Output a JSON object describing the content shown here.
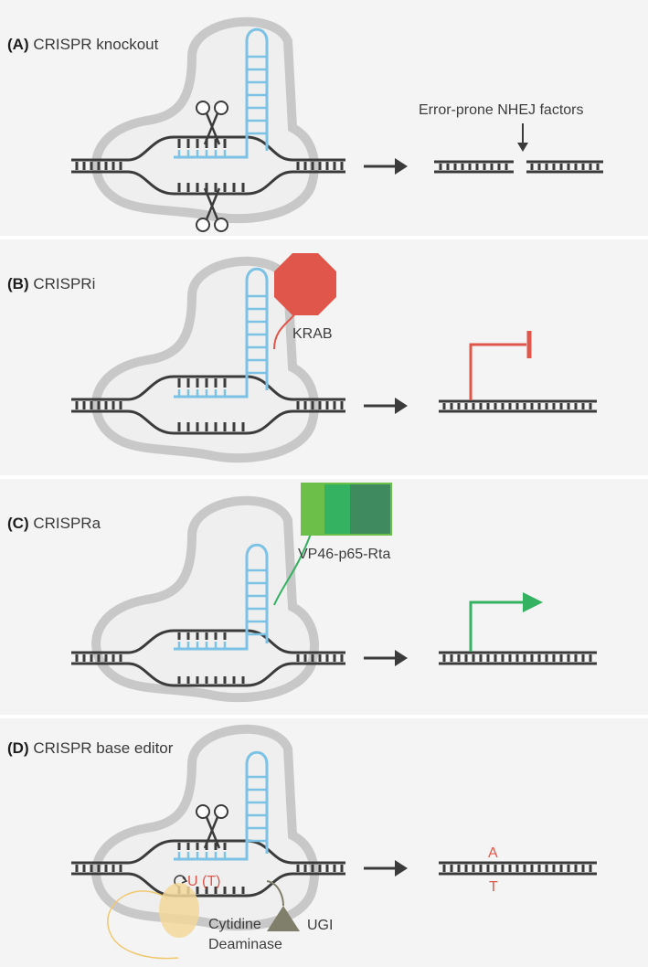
{
  "panels": [
    {
      "label": "(A)",
      "title": "CRISPR knockout",
      "annotation": "Error-prone NHEJ factors"
    },
    {
      "label": "(B)",
      "title": "CRISPRi",
      "effector": "KRAB"
    },
    {
      "label": "(C)",
      "title": "CRISPRa",
      "effector": "VP46-p65-Rta"
    },
    {
      "label": "(D)",
      "title": "CRISPR base editor",
      "edited_base": "U (T)",
      "enzyme_line1": "Cytidine",
      "enzyme_line2": "Deaminase",
      "inhibitor": "UGI",
      "result_top": "A",
      "result_bottom": "T"
    }
  ],
  "colors": {
    "dna": "#3b3b3b",
    "guide_rna": "#7cc2e4",
    "cas9_outline": "#c8c8c8",
    "krab": "#e0564b",
    "activator": [
      "#6cc04a",
      "#34b262",
      "#3f8b5f"
    ],
    "deaminase": "#f2d79a",
    "ugi": "#807f6b",
    "edit_text": "#e0564b"
  },
  "icons": [
    "scissors-icon",
    "arrow-right-icon",
    "down-arrow-icon",
    "stop-octagon-icon",
    "circular-arrow-icon"
  ]
}
